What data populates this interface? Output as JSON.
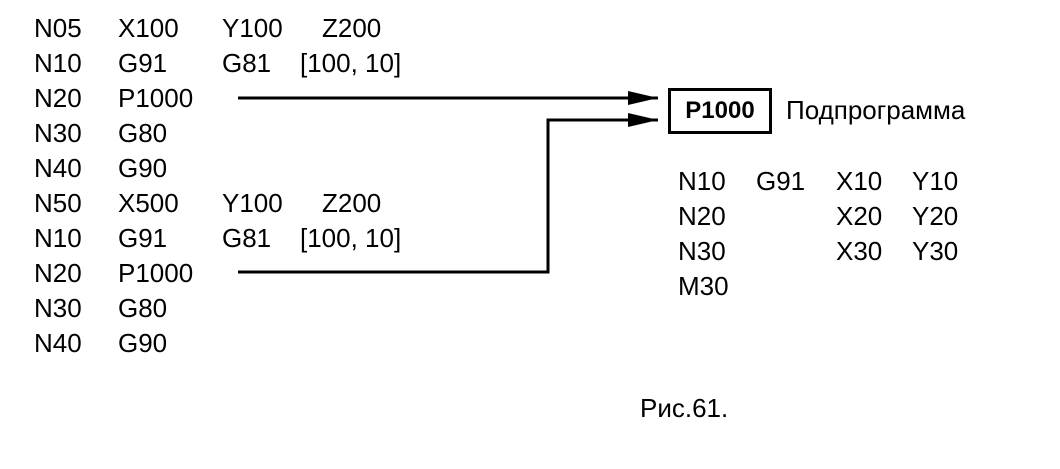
{
  "main_program": {
    "lines": [
      {
        "n": "N05",
        "c1": "X100",
        "c2": "Y100",
        "c3": "Z200"
      },
      {
        "n": "N10",
        "c1": "G91",
        "c2": "G81",
        "c3": "[100, 10]"
      },
      {
        "n": "N20",
        "c1": "P1000",
        "c2": "",
        "c3": ""
      },
      {
        "n": "N30",
        "c1": "G80",
        "c2": "",
        "c3": ""
      },
      {
        "n": "N40",
        "c1": "G90",
        "c2": "",
        "c3": ""
      },
      {
        "n": "N50",
        "c1": "X500",
        "c2": "Y100",
        "c3": "Z200"
      },
      {
        "n": "N10",
        "c1": "G91",
        "c2": "G81",
        "c3": "[100, 10]"
      },
      {
        "n": "N20",
        "c1": "P1000",
        "c2": "",
        "c3": ""
      },
      {
        "n": "N30",
        "c1": "G80",
        "c2": "",
        "c3": ""
      },
      {
        "n": "N40",
        "c1": "G90",
        "c2": "",
        "c3": ""
      }
    ]
  },
  "subprogram": {
    "name": "P1000",
    "label": "Подпрограмма",
    "lines": [
      {
        "n": "N10",
        "g": "G91",
        "x": "X10",
        "y": "Y10"
      },
      {
        "n": "N20",
        "g": "",
        "x": "X20",
        "y": "Y20"
      },
      {
        "n": "N30",
        "g": "",
        "x": "X30",
        "y": "Y30"
      },
      {
        "n": "M30",
        "g": "",
        "x": "",
        "y": ""
      }
    ]
  },
  "caption": "Рис.61."
}
